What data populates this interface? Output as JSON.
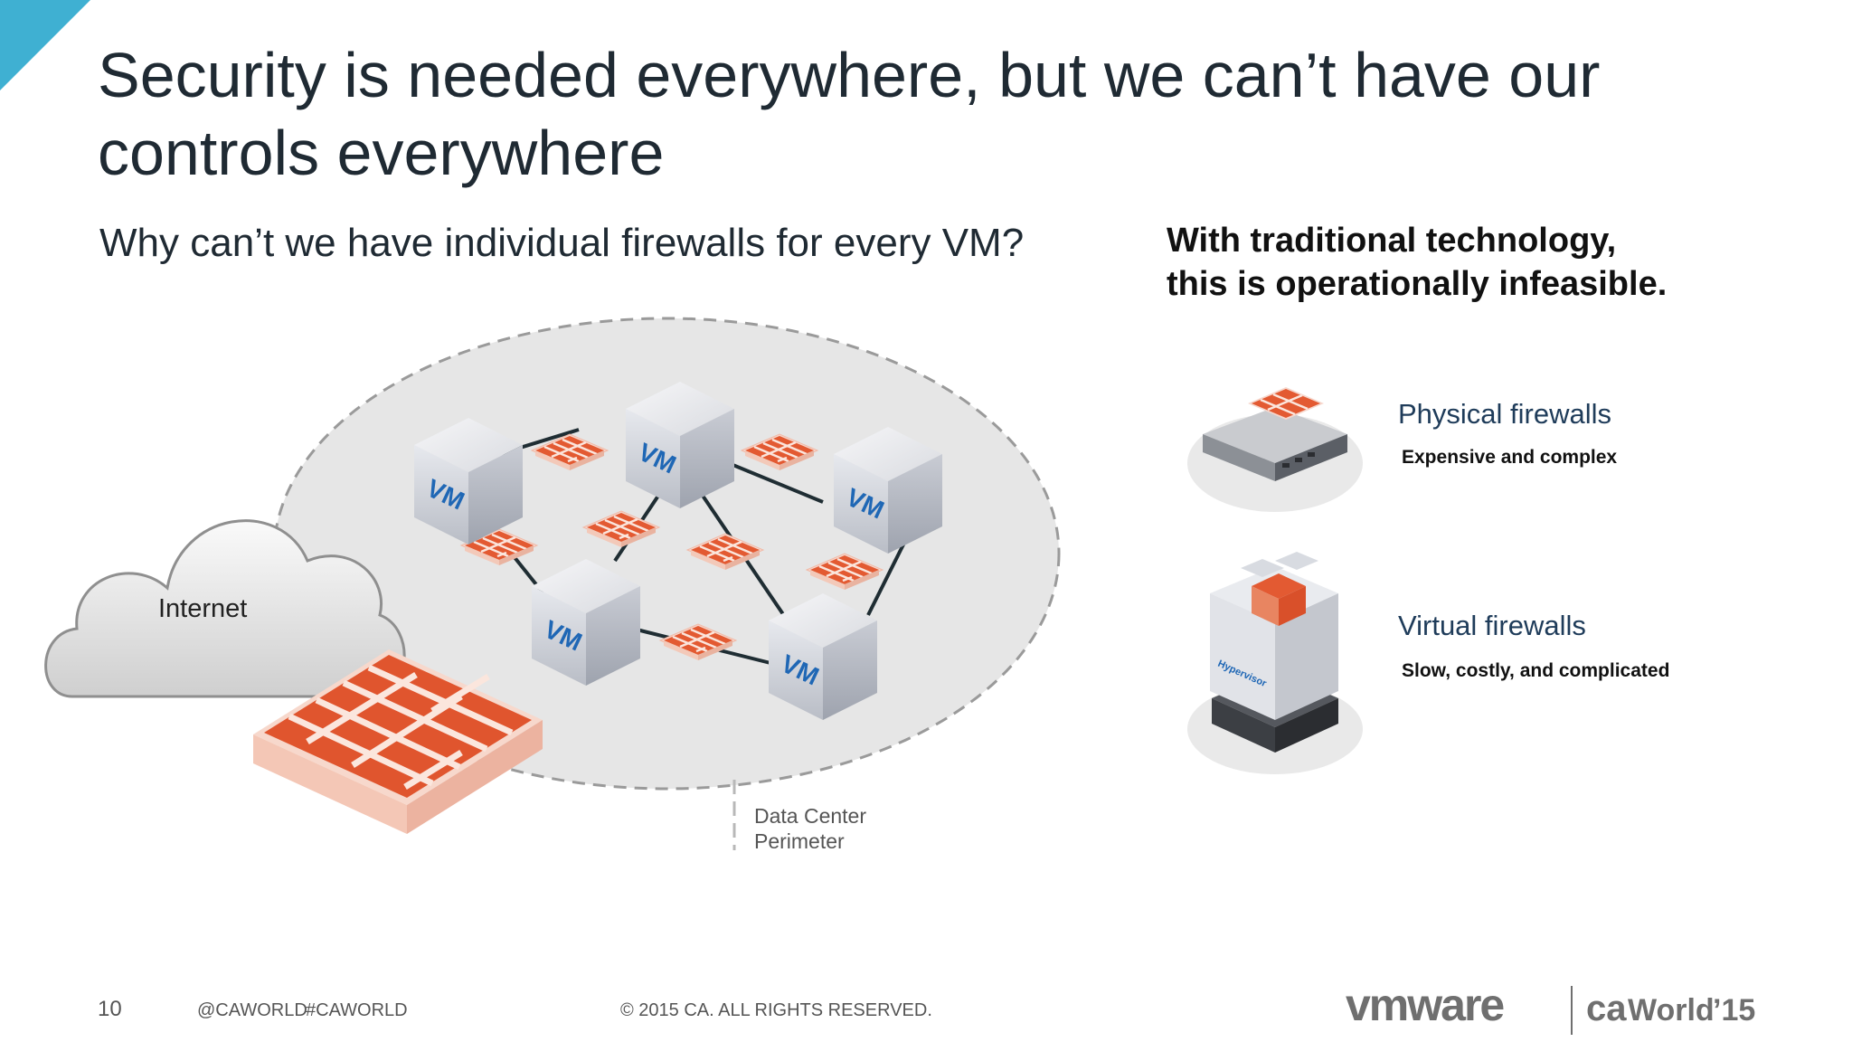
{
  "slide": {
    "title": "Security is needed everywhere, but we can’t have our controls everywhere",
    "subtitle": "Why can’t we have individual firewalls for every VM?",
    "callout": [
      "With traditional technology,",
      "this is operationally infeasible."
    ]
  },
  "diagram": {
    "cloud_label": "Internet",
    "vm_label": "VM",
    "perimeter_label": [
      "Data Center",
      "Perimeter"
    ]
  },
  "options": [
    {
      "label": "Physical firewalls",
      "desc": "Expensive and complex"
    },
    {
      "label": "Virtual firewalls",
      "desc": "Slow, costly, and complicated",
      "hypervisor_label": "Hypervisor"
    }
  ],
  "footer": {
    "page_number": "10",
    "handle": "@CAWORLD",
    "hashtag": "#CAWORLD",
    "copyright": "© 2015 CA. ALL RIGHTS RESERVED."
  },
  "logos": {
    "vmware": "vmware",
    "ca": "ca",
    "world": "World",
    "year": "’15"
  },
  "colors": {
    "accent": "#3fb0d2",
    "firewall": "#e0552e",
    "title": "#1f2a33",
    "label_blue": "#1f3c5a"
  }
}
